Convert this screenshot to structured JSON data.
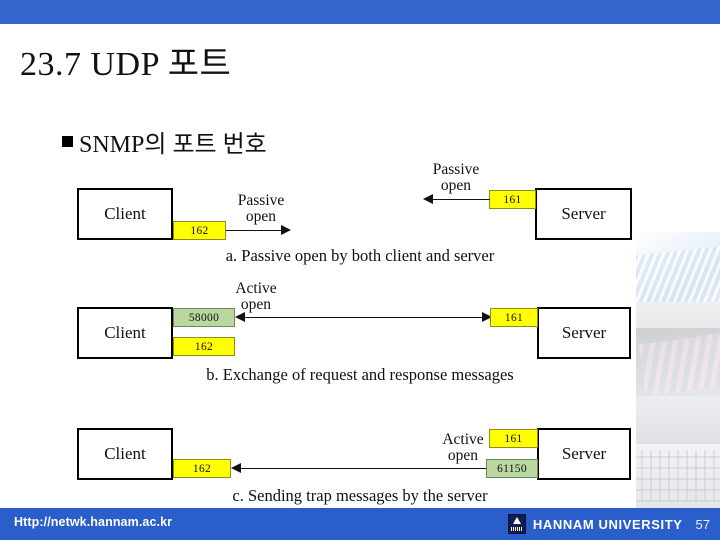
{
  "slide": {
    "title": "23.7 UDP 포트",
    "bullet": "SNMP의 포트 번호",
    "page_number": "57",
    "accent_color": "#3366cc",
    "footer_color": "#2a5fcb",
    "port_yellow": "#ffff00",
    "port_green": "#b9d8a0"
  },
  "footer": {
    "url": "Http://netwk.hannam.ac.kr",
    "university": "HANNAM  UNIVERSITY",
    "logo_icon": "university-crest-icon"
  },
  "diagram": {
    "rows": [
      {
        "id": "a",
        "caption": "a. Passive open by both client and server",
        "client": {
          "label": "Client",
          "ports": [
            {
              "value": "162",
              "color": "yellow"
            }
          ]
        },
        "server": {
          "label": "Server",
          "ports": [
            {
              "value": "161",
              "color": "yellow"
            }
          ]
        },
        "arrows": [
          {
            "label": "Passive\nopen",
            "label_line1": "Passive",
            "label_line2": "open",
            "direction": "right"
          },
          {
            "label": "Passive\nopen",
            "label_line1": "Passive",
            "label_line2": "open",
            "direction": "left"
          }
        ]
      },
      {
        "id": "b",
        "caption": "b. Exchange of request and response messages",
        "client": {
          "label": "Client",
          "ports": [
            {
              "value": "58000",
              "color": "green"
            },
            {
              "value": "162",
              "color": "yellow"
            }
          ]
        },
        "server": {
          "label": "Server",
          "ports": [
            {
              "value": "161",
              "color": "yellow"
            }
          ]
        },
        "arrows": [
          {
            "label_line1": "Active",
            "label_line2": "open",
            "direction": "both"
          }
        ]
      },
      {
        "id": "c",
        "caption": "c. Sending trap messages by the server",
        "client": {
          "label": "Client",
          "ports": [
            {
              "value": "162",
              "color": "yellow"
            }
          ]
        },
        "server": {
          "label": "Server",
          "ports": [
            {
              "value": "161",
              "color": "yellow"
            },
            {
              "value": "61150",
              "color": "green"
            }
          ]
        },
        "arrows": [
          {
            "label_line1": "Active",
            "label_line2": "open",
            "direction": "left"
          }
        ]
      }
    ]
  }
}
